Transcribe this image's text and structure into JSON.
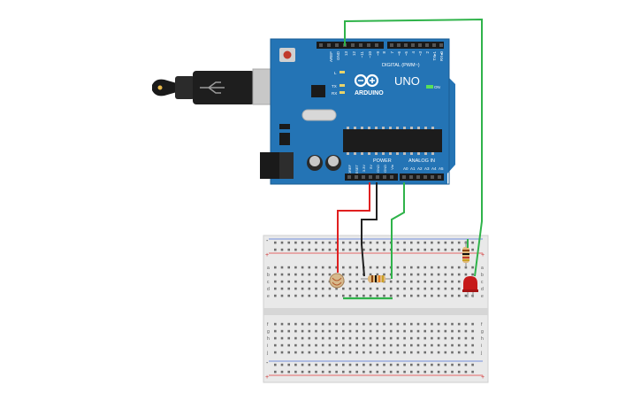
{
  "board": {
    "brand": "ARDUINO",
    "model": "UNO",
    "digital_label": "DIGITAL (PWM~)",
    "power_label": "POWER",
    "analog_label": "ANALOG IN",
    "on_label": "ON",
    "tx_label": "TX",
    "rx_label": "RX",
    "l_label": "L",
    "header_top_left": [
      "AREF",
      "GND",
      "13",
      "12",
      "~11",
      "~10",
      "~9",
      "8"
    ],
    "header_top_right": [
      "7",
      "~6",
      "~5",
      "4",
      "~3",
      "2",
      "TX▸1",
      "RX◂0"
    ],
    "header_power": [
      "IOREF",
      "RESET",
      "3.3V",
      "5V",
      "GND",
      "GND",
      "Vin"
    ],
    "header_analog": [
      "A0",
      "A1",
      "A2",
      "A3",
      "A4",
      "A5"
    ]
  },
  "breadboard": {
    "row_letters_top": [
      "a",
      "b",
      "c",
      "d",
      "e"
    ],
    "row_letters_bottom": [
      "f",
      "g",
      "h",
      "i",
      "j"
    ],
    "plus": "+",
    "minus": "-"
  },
  "colors": {
    "board": "#1f6aa5",
    "wire_red": "#e02020",
    "wire_black": "#222222",
    "wire_green": "#2fb34a",
    "led": "#c61a1a"
  }
}
